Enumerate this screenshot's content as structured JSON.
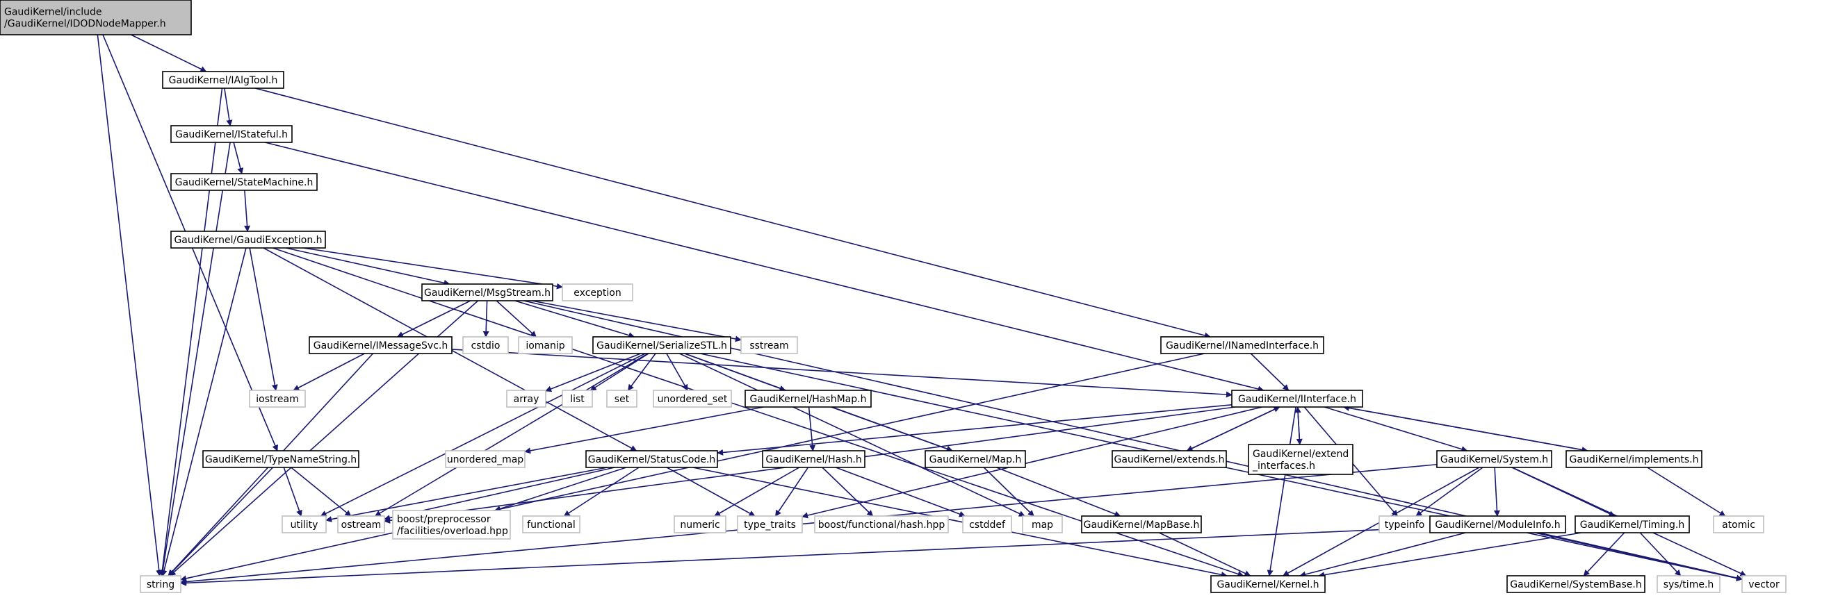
{
  "colors": {
    "edge": "#191970",
    "box_border": "#000000",
    "box_fill": "#ffffff",
    "root_fill": "#bfbfbf",
    "external_border": "#bfbfbf"
  },
  "nodes": [
    {
      "id": "root",
      "label": "GaudiKernel/include\n/GaudiKernel/IDODNodeMapper.h",
      "kind": "root"
    },
    {
      "id": "ialgtool",
      "label": "GaudiKernel/IAlgTool.h",
      "kind": "header"
    },
    {
      "id": "istateful",
      "label": "GaudiKernel/IStateful.h",
      "kind": "header"
    },
    {
      "id": "statemachine",
      "label": "GaudiKernel/StateMachine.h",
      "kind": "header"
    },
    {
      "id": "gaudiexception",
      "label": "GaudiKernel/GaudiException.h",
      "kind": "header"
    },
    {
      "id": "msgstream",
      "label": "GaudiKernel/MsgStream.h",
      "kind": "header"
    },
    {
      "id": "exception",
      "label": "exception",
      "kind": "external"
    },
    {
      "id": "imessagesvc",
      "label": "GaudiKernel/IMessageSvc.h",
      "kind": "header"
    },
    {
      "id": "cstdio",
      "label": "cstdio",
      "kind": "external"
    },
    {
      "id": "iomanip",
      "label": "iomanip",
      "kind": "external"
    },
    {
      "id": "serializestl",
      "label": "GaudiKernel/SerializeSTL.h",
      "kind": "header"
    },
    {
      "id": "sstream",
      "label": "sstream",
      "kind": "external"
    },
    {
      "id": "inamedinterface",
      "label": "GaudiKernel/INamedInterface.h",
      "kind": "header"
    },
    {
      "id": "iostream",
      "label": "iostream",
      "kind": "external"
    },
    {
      "id": "array",
      "label": "array",
      "kind": "external"
    },
    {
      "id": "list",
      "label": "list",
      "kind": "external"
    },
    {
      "id": "set",
      "label": "set",
      "kind": "external"
    },
    {
      "id": "unordered_set",
      "label": "unordered_set",
      "kind": "external"
    },
    {
      "id": "hashmap",
      "label": "GaudiKernel/HashMap.h",
      "kind": "header"
    },
    {
      "id": "iinterface",
      "label": "GaudiKernel/IInterface.h",
      "kind": "header"
    },
    {
      "id": "unordered_map",
      "label": "unordered_map",
      "kind": "external"
    },
    {
      "id": "typenamestring",
      "label": "GaudiKernel/TypeNameString.h",
      "kind": "header"
    },
    {
      "id": "statuscode",
      "label": "GaudiKernel/StatusCode.h",
      "kind": "header"
    },
    {
      "id": "hash",
      "label": "GaudiKernel/Hash.h",
      "kind": "header"
    },
    {
      "id": "map_h",
      "label": "GaudiKernel/Map.h",
      "kind": "header"
    },
    {
      "id": "extends",
      "label": "GaudiKernel/extends.h",
      "kind": "header"
    },
    {
      "id": "extend_interfaces",
      "label": "GaudiKernel/extend\n_interfaces.h",
      "kind": "header"
    },
    {
      "id": "system",
      "label": "GaudiKernel/System.h",
      "kind": "header"
    },
    {
      "id": "implements",
      "label": "GaudiKernel/implements.h",
      "kind": "header"
    },
    {
      "id": "utility",
      "label": "utility",
      "kind": "external"
    },
    {
      "id": "ostream",
      "label": "ostream",
      "kind": "external"
    },
    {
      "id": "boost_overload",
      "label": "boost/preprocessor\n/facilities/overload.hpp",
      "kind": "external"
    },
    {
      "id": "functional",
      "label": "functional",
      "kind": "external"
    },
    {
      "id": "numeric",
      "label": "numeric",
      "kind": "external"
    },
    {
      "id": "type_traits",
      "label": "type_traits",
      "kind": "external"
    },
    {
      "id": "boost_hash",
      "label": "boost/functional/hash.hpp",
      "kind": "external"
    },
    {
      "id": "cstddef",
      "label": "cstddef",
      "kind": "external"
    },
    {
      "id": "map",
      "label": "map",
      "kind": "external"
    },
    {
      "id": "mapbase",
      "label": "GaudiKernel/MapBase.h",
      "kind": "header"
    },
    {
      "id": "typeinfo",
      "label": "typeinfo",
      "kind": "external"
    },
    {
      "id": "moduleinfo",
      "label": "GaudiKernel/ModuleInfo.h",
      "kind": "header"
    },
    {
      "id": "timing",
      "label": "GaudiKernel/Timing.h",
      "kind": "header"
    },
    {
      "id": "atomic",
      "label": "atomic",
      "kind": "external"
    },
    {
      "id": "string",
      "label": "string",
      "kind": "external"
    },
    {
      "id": "kernel",
      "label": "GaudiKernel/Kernel.h",
      "kind": "header"
    },
    {
      "id": "systembase",
      "label": "GaudiKernel/SystemBase.h",
      "kind": "header"
    },
    {
      "id": "systime",
      "label": "sys/time.h",
      "kind": "external"
    },
    {
      "id": "vector",
      "label": "vector",
      "kind": "external"
    }
  ],
  "edges": [
    [
      "root",
      "ialgtool"
    ],
    [
      "root",
      "typenamestring"
    ],
    [
      "root",
      "string"
    ],
    [
      "ialgtool",
      "istateful"
    ],
    [
      "ialgtool",
      "inamedinterface"
    ],
    [
      "ialgtool",
      "string"
    ],
    [
      "istateful",
      "statemachine"
    ],
    [
      "istateful",
      "iinterface"
    ],
    [
      "istateful",
      "string"
    ],
    [
      "statemachine",
      "gaudiexception"
    ],
    [
      "gaudiexception",
      "msgstream"
    ],
    [
      "gaudiexception",
      "exception"
    ],
    [
      "gaudiexception",
      "iostream"
    ],
    [
      "gaudiexception",
      "statuscode"
    ],
    [
      "gaudiexception",
      "string"
    ],
    [
      "gaudiexception",
      "kernel"
    ],
    [
      "msgstream",
      "imessagesvc"
    ],
    [
      "msgstream",
      "cstdio"
    ],
    [
      "msgstream",
      "iomanip"
    ],
    [
      "msgstream",
      "serializestl"
    ],
    [
      "msgstream",
      "sstream"
    ],
    [
      "msgstream",
      "string"
    ],
    [
      "msgstream",
      "vector"
    ],
    [
      "imessagesvc",
      "iinterface"
    ],
    [
      "imessagesvc",
      "iostream"
    ],
    [
      "imessagesvc",
      "string"
    ],
    [
      "serializestl",
      "array"
    ],
    [
      "serializestl",
      "list"
    ],
    [
      "serializestl",
      "set"
    ],
    [
      "serializestl",
      "unordered_set"
    ],
    [
      "serializestl",
      "hashmap"
    ],
    [
      "serializestl",
      "map_h"
    ],
    [
      "serializestl",
      "utility"
    ],
    [
      "serializestl",
      "ostream"
    ],
    [
      "serializestl",
      "map"
    ],
    [
      "serializestl",
      "vector"
    ],
    [
      "inamedinterface",
      "iinterface"
    ],
    [
      "inamedinterface",
      "string"
    ],
    [
      "hashmap",
      "unordered_map"
    ],
    [
      "hashmap",
      "hash"
    ],
    [
      "hashmap",
      "map_h"
    ],
    [
      "hash",
      "numeric"
    ],
    [
      "hash",
      "type_traits"
    ],
    [
      "hash",
      "boost_hash"
    ],
    [
      "hash",
      "cstddef"
    ],
    [
      "map_h",
      "map"
    ],
    [
      "map_h",
      "mapbase"
    ],
    [
      "mapbase",
      "kernel"
    ],
    [
      "iinterface",
      "statuscode"
    ],
    [
      "iinterface",
      "extends"
    ],
    [
      "iinterface",
      "extend_interfaces"
    ],
    [
      "iinterface",
      "system"
    ],
    [
      "iinterface",
      "implements"
    ],
    [
      "iinterface",
      "kernel"
    ],
    [
      "iinterface",
      "typeinfo"
    ],
    [
      "iinterface",
      "ostream"
    ],
    [
      "iinterface",
      "type_traits"
    ],
    [
      "extends",
      "iinterface"
    ],
    [
      "extend_interfaces",
      "iinterface"
    ],
    [
      "implements",
      "iinterface"
    ],
    [
      "implements",
      "atomic"
    ],
    [
      "typenamestring",
      "utility"
    ],
    [
      "typenamestring",
      "ostream"
    ],
    [
      "typenamestring",
      "string"
    ],
    [
      "statuscode",
      "utility"
    ],
    [
      "statuscode",
      "ostream"
    ],
    [
      "statuscode",
      "boost_overload"
    ],
    [
      "statuscode",
      "functional"
    ],
    [
      "statuscode",
      "type_traits"
    ],
    [
      "statuscode",
      "kernel"
    ],
    [
      "system",
      "moduleinfo"
    ],
    [
      "system",
      "timing"
    ],
    [
      "system",
      "typeinfo"
    ],
    [
      "system",
      "kernel"
    ],
    [
      "system",
      "string"
    ],
    [
      "system",
      "vector"
    ],
    [
      "moduleinfo",
      "kernel"
    ],
    [
      "moduleinfo",
      "string"
    ],
    [
      "moduleinfo",
      "vector"
    ],
    [
      "timing",
      "kernel"
    ],
    [
      "timing",
      "systembase"
    ],
    [
      "timing",
      "systime"
    ]
  ]
}
